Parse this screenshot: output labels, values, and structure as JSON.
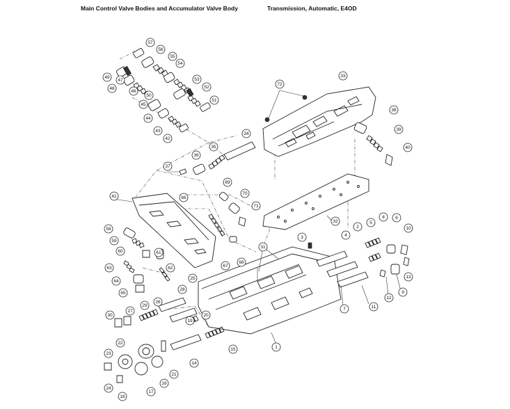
{
  "header": {
    "left_title": "Main Control Valve Bodies and Accumulator Valve Body",
    "right_title": "Transmission, Automatic, E4OD"
  },
  "callouts": [
    "1",
    "2",
    "3",
    "4",
    "5",
    "6",
    "7",
    "8",
    "9",
    "10",
    "11",
    "12",
    "13",
    "14",
    "15",
    "16",
    "17",
    "18",
    "19",
    "20",
    "21",
    "22",
    "23",
    "24",
    "25",
    "26",
    "27",
    "28",
    "29",
    "30",
    "31",
    "32",
    "33",
    "34",
    "35",
    "36",
    "37",
    "38",
    "39",
    "40",
    "41",
    "42",
    "43",
    "44",
    "45",
    "46",
    "47",
    "48",
    "49",
    "50",
    "51",
    "52",
    "53",
    "54",
    "55",
    "56",
    "57",
    "58",
    "59",
    "60",
    "61",
    "62",
    "63",
    "64",
    "65",
    "66",
    "67",
    "68",
    "69",
    "70",
    "71",
    "72"
  ],
  "icons": [
    "exploded-parts-drawing"
  ]
}
